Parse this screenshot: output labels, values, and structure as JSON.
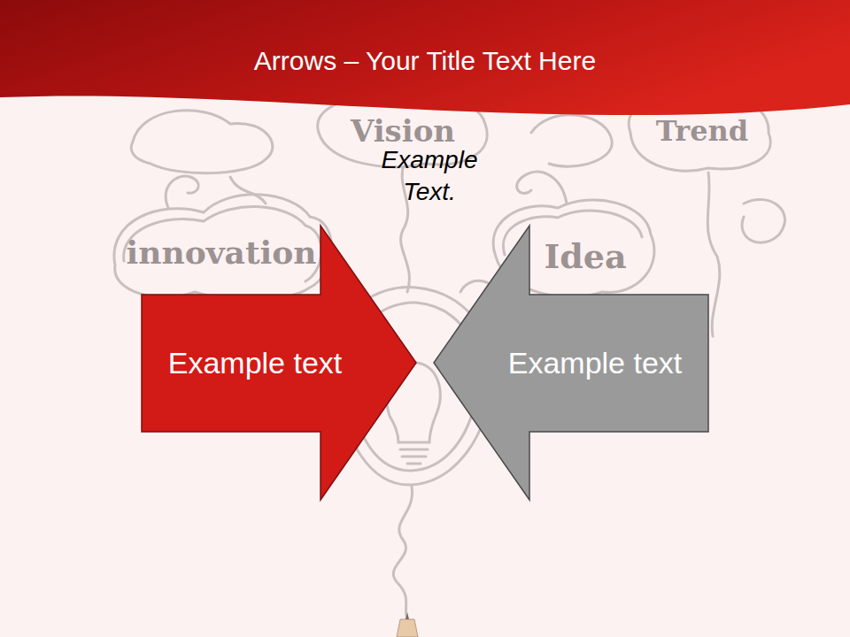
{
  "diagram": {
    "title": "Arrows – Your Title Text Here",
    "nodes": [
      {
        "text": [
          "Example text"
        ]
      },
      {
        "text": [
          "Example text"
        ]
      }
    ],
    "labels": [
      "Example Text.",
      "innovation",
      "Vision",
      "Trend",
      "Idea"
    ]
  }
}
